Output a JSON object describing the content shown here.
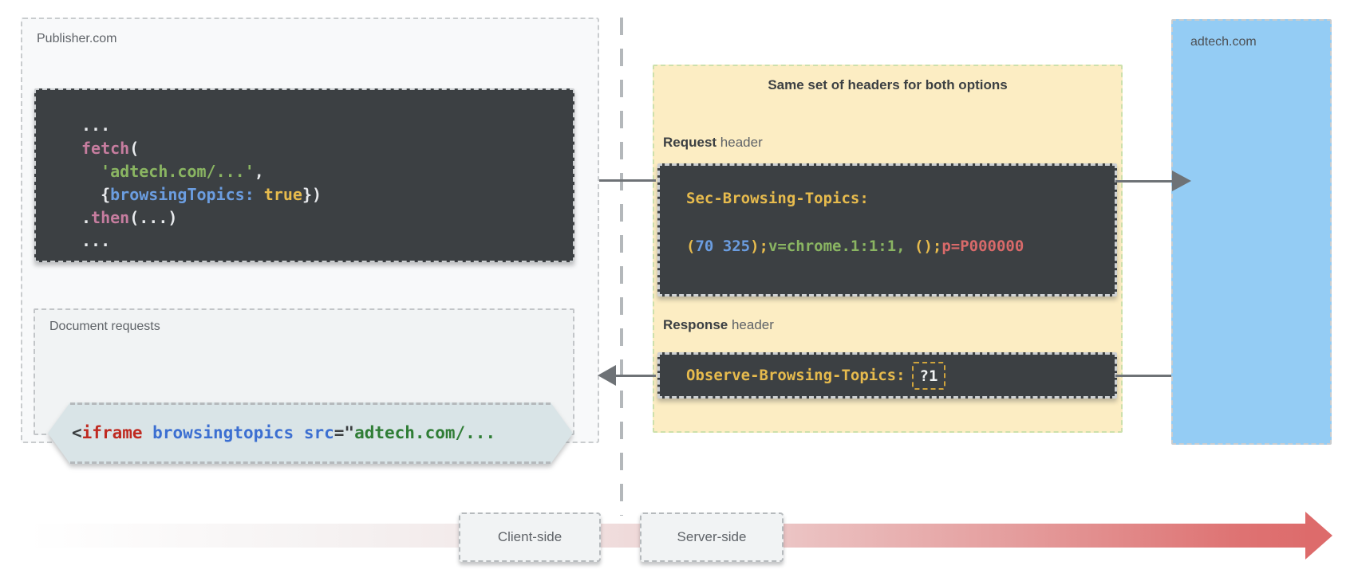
{
  "publisher": {
    "label": "Publisher.com",
    "fetch_code_lines": [
      [
        {
          "t": "...",
          "c": "w"
        }
      ],
      [
        {
          "t": "fetch",
          "c": "pink"
        },
        {
          "t": "(",
          "c": "w"
        }
      ],
      [
        {
          "t": "  ",
          "c": "w"
        },
        {
          "t": "'adtech.com/...'",
          "c": "green"
        },
        {
          "t": ",",
          "c": "w"
        }
      ],
      [
        {
          "t": "  {",
          "c": "w"
        },
        {
          "t": "browsingTopics",
          "c": "blue"
        },
        {
          "t": ":",
          "c": "blue"
        },
        {
          "t": " ",
          "c": "w"
        },
        {
          "t": "true",
          "c": "yellow"
        },
        {
          "t": "})",
          "c": "w"
        }
      ],
      [
        {
          "t": ".",
          "c": "w"
        },
        {
          "t": "then",
          "c": "pink"
        },
        {
          "t": "(...)",
          "c": "w"
        }
      ],
      [
        {
          "t": "...",
          "c": "w"
        }
      ]
    ],
    "document_requests": {
      "label": "Document requests",
      "iframe_code": [
        {
          "t": "<",
          "c": "idark"
        },
        {
          "t": "iframe",
          "c": "ired"
        },
        {
          "t": " ",
          "c": "idark"
        },
        {
          "t": "browsingtopics",
          "c": "iblue"
        },
        {
          "t": " ",
          "c": "idark"
        },
        {
          "t": "src",
          "c": "iblue"
        },
        {
          "t": "=\"",
          "c": "idark"
        },
        {
          "t": "adtech.com/...",
          "c": "igreen"
        }
      ]
    }
  },
  "headers_panel": {
    "title": "Same set of headers for both options",
    "request": {
      "label_strong": "Request",
      "label_rest": " header",
      "code_line1": [
        {
          "t": "Sec-Browsing-Topics:",
          "c": "yellow"
        }
      ],
      "code_line2": [
        {
          "t": "(",
          "c": "yellow"
        },
        {
          "t": "70 325",
          "c": "blue"
        },
        {
          "t": ");",
          "c": "yellow"
        },
        {
          "t": "v=chrome.1:1:1,",
          "c": "green"
        },
        {
          "t": " ",
          "c": "w"
        },
        {
          "t": "();",
          "c": "yellow"
        },
        {
          "t": "p=P000000",
          "c": "red"
        }
      ]
    },
    "response": {
      "label_strong": "Response",
      "label_rest": " header",
      "code": [
        {
          "t": "Observe-Browsing-Topics:",
          "c": "yellow"
        }
      ],
      "value_chip": "?1"
    }
  },
  "adtech": {
    "label": "adtech.com"
  },
  "timeline": {
    "client_label": "Client-side",
    "server_label": "Server-side"
  },
  "colors": {
    "code_block_bg": "#3c4043",
    "headers_panel_bg": "#fcedc3",
    "adtech_panel_bg": "#94ccf4",
    "hexagon_bg": "#d9e4e7",
    "connector_gray": "#6e7276",
    "timeline_red": "#dd6b6b",
    "token_yellow": "#e7bb4d",
    "token_blue": "#6b9de0",
    "token_green": "#8ab562",
    "token_pink": "#c67d9f",
    "token_red": "#d96a6a"
  }
}
